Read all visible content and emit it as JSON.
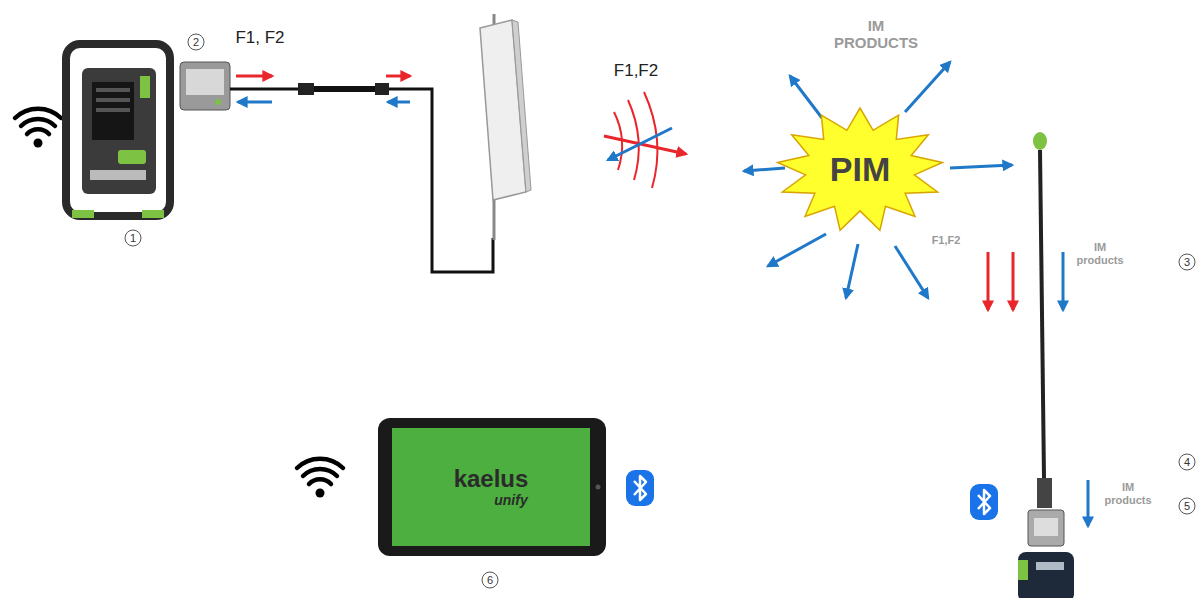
{
  "diagram": {
    "nodes": [
      {
        "text": [
          "PIM"
        ]
      },
      {
        "text": [
          "kaelus",
          "unify"
        ]
      }
    ],
    "labels": [
      "1",
      "2",
      "F1, F2",
      "F1,F2",
      "IM PRODUCTS",
      "F1,F2",
      "IM products",
      "3",
      "4",
      "IM products",
      "5",
      "6"
    ]
  }
}
